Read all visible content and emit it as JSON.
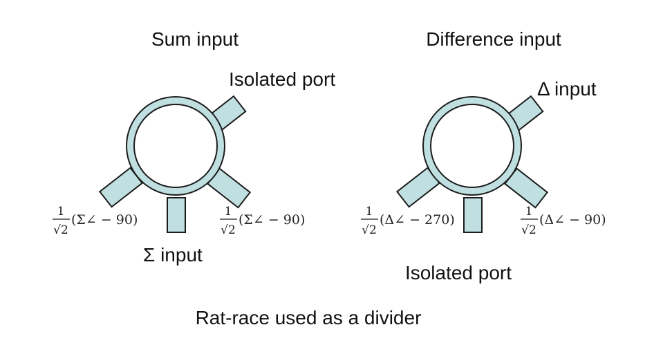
{
  "colors": {
    "ring_fill": "#bfdfe0",
    "ring_stroke": "#1b1b1b",
    "text": "#111111",
    "background": "#ffffff"
  },
  "caption": "Rat-race used as a divider",
  "left": {
    "title": "Sum input",
    "top_port_label": "Isolated port",
    "bottom_port_label": "Σ input",
    "left_output": {
      "num": "1",
      "den": "√2",
      "expr": "(Σ∠ − 90)"
    },
    "right_output": {
      "num": "1",
      "den": "√2",
      "expr": "(Σ∠ − 90)"
    }
  },
  "right": {
    "title": "Difference input",
    "top_port_label": "Δ input",
    "bottom_port_label": "Isolated port",
    "left_output": {
      "num": "1",
      "den": "√2",
      "expr": "(Δ∠ − 270)"
    },
    "right_output": {
      "num": "1",
      "den": "√2",
      "expr": "(Δ∠ − 90)"
    }
  }
}
